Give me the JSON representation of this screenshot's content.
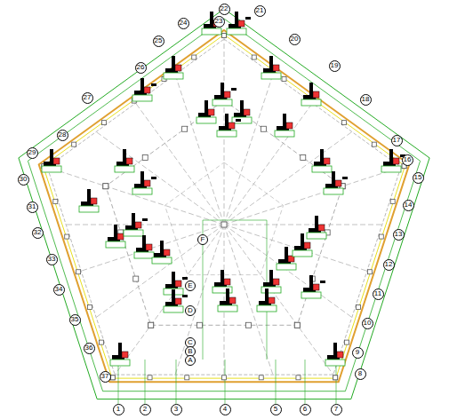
{
  "diagram": {
    "nodes": [
      {
        "text": [
          "1"
        ]
      },
      {
        "text": [
          "2"
        ]
      },
      {
        "text": [
          "3"
        ]
      },
      {
        "text": [
          "4"
        ]
      },
      {
        "text": [
          "5"
        ]
      },
      {
        "text": [
          "6"
        ]
      },
      {
        "text": [
          "7"
        ]
      },
      {
        "text": [
          "8"
        ]
      },
      {
        "text": [
          "9"
        ]
      },
      {
        "text": [
          "10"
        ]
      },
      {
        "text": [
          "11"
        ]
      },
      {
        "text": [
          "12"
        ]
      },
      {
        "text": [
          "13"
        ]
      },
      {
        "text": [
          "14"
        ]
      },
      {
        "text": [
          "15"
        ]
      },
      {
        "text": [
          "16"
        ]
      },
      {
        "text": [
          "17"
        ]
      },
      {
        "text": [
          "18"
        ]
      },
      {
        "text": [
          "19"
        ]
      },
      {
        "text": [
          "20"
        ]
      },
      {
        "text": [
          "21"
        ]
      },
      {
        "text": [
          "22"
        ]
      },
      {
        "text": [
          "23"
        ]
      },
      {
        "text": [
          "24"
        ]
      },
      {
        "text": [
          "25"
        ]
      },
      {
        "text": [
          "26"
        ]
      },
      {
        "text": [
          "27"
        ]
      },
      {
        "text": [
          "28"
        ]
      },
      {
        "text": [
          "29"
        ]
      },
      {
        "text": [
          "30"
        ]
      },
      {
        "text": [
          "31"
        ]
      },
      {
        "text": [
          "32"
        ]
      },
      {
        "text": [
          "33"
        ]
      },
      {
        "text": [
          "34"
        ]
      },
      {
        "text": [
          "35"
        ]
      },
      {
        "text": [
          "36"
        ]
      },
      {
        "text": [
          "37"
        ]
      },
      {
        "text": [
          "F"
        ]
      },
      {
        "text": [
          "E"
        ]
      },
      {
        "text": [
          "D"
        ]
      },
      {
        "text": [
          "C"
        ]
      },
      {
        "text": [
          "B"
        ]
      },
      {
        "text": [
          "A"
        ]
      }
    ]
  }
}
